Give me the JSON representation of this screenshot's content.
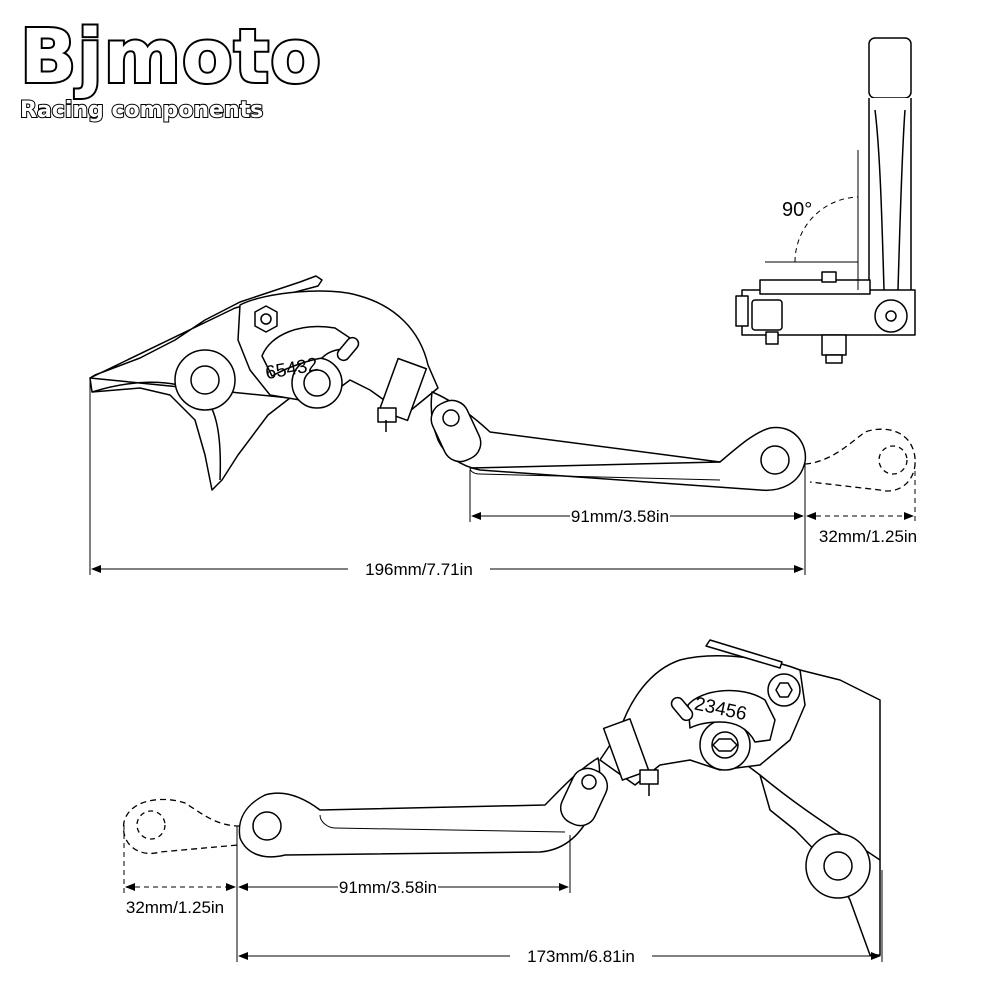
{
  "brand": {
    "name": "Bjmoto",
    "tagline": "Racing components"
  },
  "top_view": {
    "angle_label": "90°",
    "settings_label": "65432",
    "dims": {
      "grip_span": "91mm/3.58in",
      "fold_extension": "32mm/1.25in",
      "total_length": "196mm/7.71in"
    }
  },
  "bottom_view": {
    "settings_label": "23456",
    "dims": {
      "grip_span": "91mm/3.58in",
      "fold_extension": "32mm/1.25in",
      "total_length": "173mm/6.81in"
    }
  }
}
